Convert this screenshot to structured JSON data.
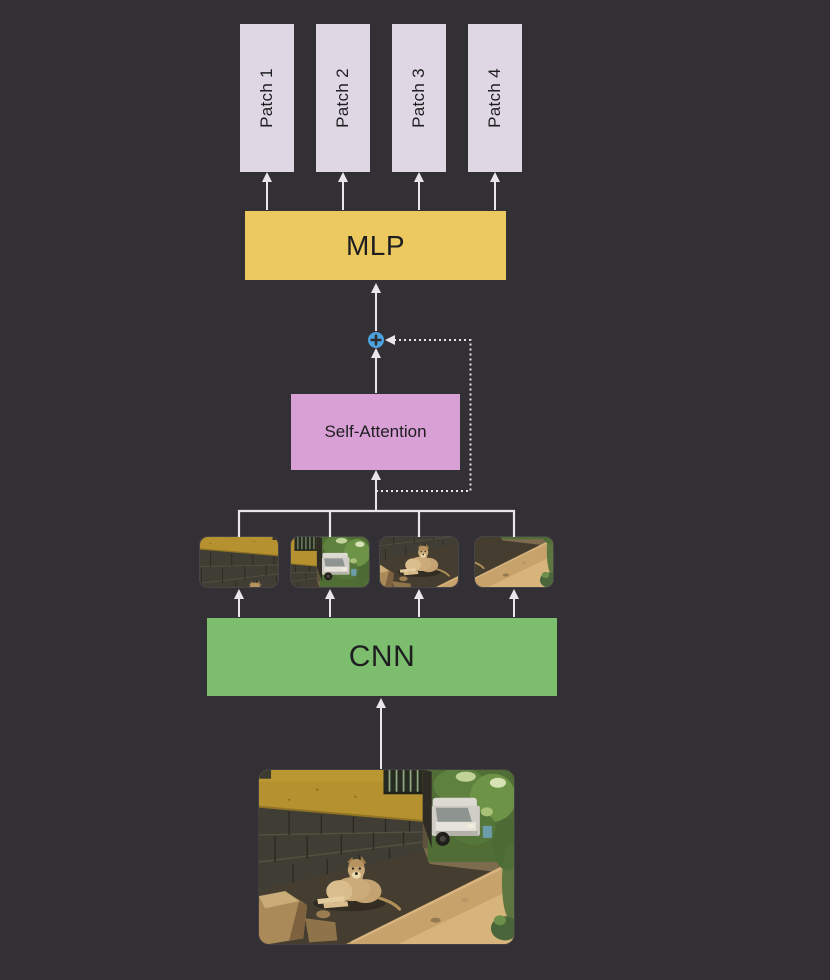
{
  "background_color": "#323034",
  "arrow_color": "#e8e6e9",
  "text_color": "#1e1e21",
  "diagram": {
    "output_patches": [
      {
        "label": "Patch 1"
      },
      {
        "label": "Patch 2"
      },
      {
        "label": "Patch 3"
      },
      {
        "label": "Patch 4"
      }
    ],
    "patch_box_color": "#dfd8e4",
    "mlp": {
      "label": "MLP",
      "color": "#ebc95e"
    },
    "residual_add": {
      "symbol": "+",
      "circle_color": "#4ca2df",
      "plus_color": "#2e2b31"
    },
    "self_attention": {
      "label": "Self-Attention",
      "color": "#d9a0d6"
    },
    "cnn": {
      "label": "CNN",
      "color": "#7cbe6d"
    },
    "feature_patches": [
      {
        "description": "Feature patch 1: yellow wall over dark brick base, dog head peeking at bottom"
      },
      {
        "description": "Feature patch 2: building corner with window bars, white van and green trees"
      },
      {
        "description": "Feature patch 3: dog lying on shaded ground with stones at lower left"
      },
      {
        "description": "Feature patch 4: sunlit sandy path with diagonal shadow edge"
      }
    ],
    "input_image": {
      "description": "Dog lying in the shade beside a yellow building with a dark stone base; white van and trees in the background, sunlit dirt path at right"
    }
  }
}
